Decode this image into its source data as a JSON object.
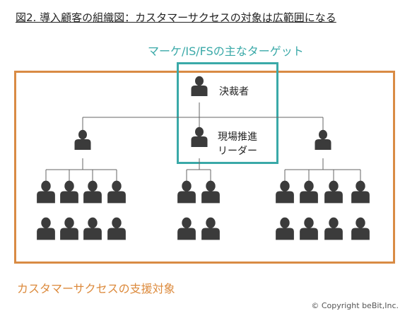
{
  "figure_title": "図2. 導入顧客の組織図：カスタマーサクセスの対象は広範囲になる",
  "target_label": "マーケ/IS/FSの主なターゲット",
  "decision_maker_label": "決裁者",
  "field_leader_label_line1": "現場推進",
  "field_leader_label_line2": "リーダー",
  "customer_success_label": "カスタマーサクセスの支援対象",
  "copyright": "© Copyright  beBit,Inc.",
  "colors": {
    "person": "#3b3b3b",
    "line": "#666666",
    "teal": "#3aa9a8",
    "orange": "#d98b44"
  },
  "icons": [
    "person-icon"
  ]
}
